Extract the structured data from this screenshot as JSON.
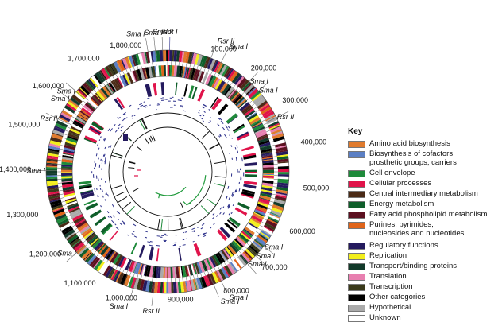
{
  "key": {
    "title": "Key",
    "items": [
      {
        "label": "Amino acid biosynthesis",
        "color": "#e07b2e"
      },
      {
        "label": "Biosynthesis of cofactors,\n   prosthetic groups, carriers",
        "color": "#5b7fc4"
      },
      {
        "label": "Cell envelope",
        "color": "#1f8a3b"
      },
      {
        "label": "Cellular processes",
        "color": "#e0134a"
      },
      {
        "label": "Central intermediary metabolism",
        "color": "#4a2a16"
      },
      {
        "label": "Energy metabolism",
        "color": "#0f5e2a"
      },
      {
        "label": "Fatty acid phospholipid metabolism",
        "color": "#5c1020"
      },
      {
        "label": "Purines, pyrimides,\n   nucleosides and nucleotides",
        "color": "#e0641a"
      },
      {
        "label": "Regulatory functions",
        "color": "#241a5e"
      },
      {
        "label": "Replication",
        "color": "#f2ee1c"
      },
      {
        "label": "Transport/binding proteins",
        "color": "#123a2a"
      },
      {
        "label": "Translation",
        "color": "#e87fb0"
      },
      {
        "label": "Transcription",
        "color": "#3a3a1a"
      },
      {
        "label": "Other categories",
        "color": "#000000"
      },
      {
        "label": "Hypothetical",
        "color": "#aaaaaa"
      },
      {
        "label": "Unknown",
        "color": "#ffffff"
      }
    ]
  },
  "map": {
    "genome_length": 1860000,
    "positions": [
      {
        "label": "100,000",
        "value": 100000
      },
      {
        "label": "200,000",
        "value": 200000
      },
      {
        "label": "300,000",
        "value": 300000
      },
      {
        "label": "400,000",
        "value": 400000
      },
      {
        "label": "500,000",
        "value": 500000
      },
      {
        "label": "600,000",
        "value": 600000
      },
      {
        "label": "700,000",
        "value": 700000
      },
      {
        "label": "800,000",
        "value": 800000
      },
      {
        "label": "900,000",
        "value": 900000
      },
      {
        "label": "1,000,000",
        "value": 1000000
      },
      {
        "label": "1,100,000",
        "value": 1100000
      },
      {
        "label": "1,200,000",
        "value": 1200000
      },
      {
        "label": "1,300,000",
        "value": 1300000
      },
      {
        "label": "1,400,000",
        "value": 1400000
      },
      {
        "label": "1,500,000",
        "value": 1500000
      },
      {
        "label": "1,600,000",
        "value": 1600000
      },
      {
        "label": "1,700,000",
        "value": 1700000
      },
      {
        "label": "1,800,000",
        "value": 1800000
      }
    ],
    "restriction_sites": [
      {
        "enzyme": "Not I",
        "value": 5000
      },
      {
        "enzyme": "Sma I",
        "value": 1848000
      },
      {
        "enzyme": "Sma I",
        "value": 1830000
      },
      {
        "enzyme": "Sma I",
        "value": 1812000
      },
      {
        "enzyme": "Rsr II",
        "value": 108000
      },
      {
        "enzyme": "Sma I",
        "value": 135000
      },
      {
        "enzyme": "Sma I",
        "value": 218000
      },
      {
        "enzyme": "Sma I",
        "value": 250000
      },
      {
        "enzyme": "Rsr II",
        "value": 328000
      },
      {
        "enzyme": "Sma I",
        "value": 660000
      },
      {
        "enzyme": "Sma I",
        "value": 690000
      },
      {
        "enzyme": "Sma I",
        "value": 718000
      },
      {
        "enzyme": "Sma I",
        "value": 795000
      },
      {
        "enzyme": "Sma I",
        "value": 815000
      },
      {
        "enzyme": "Rsr II",
        "value": 965000
      },
      {
        "enzyme": "Sma I",
        "value": 1015000
      },
      {
        "enzyme": "Sma I",
        "value": 1180000
      },
      {
        "enzyme": "Sma I",
        "value": 1398000
      },
      {
        "enzyme": "Rsr II",
        "value": 1528000
      },
      {
        "enzyme": "Sma I",
        "value": 1584000
      },
      {
        "enzyme": "Sma I",
        "value": 1608000
      }
    ]
  }
}
